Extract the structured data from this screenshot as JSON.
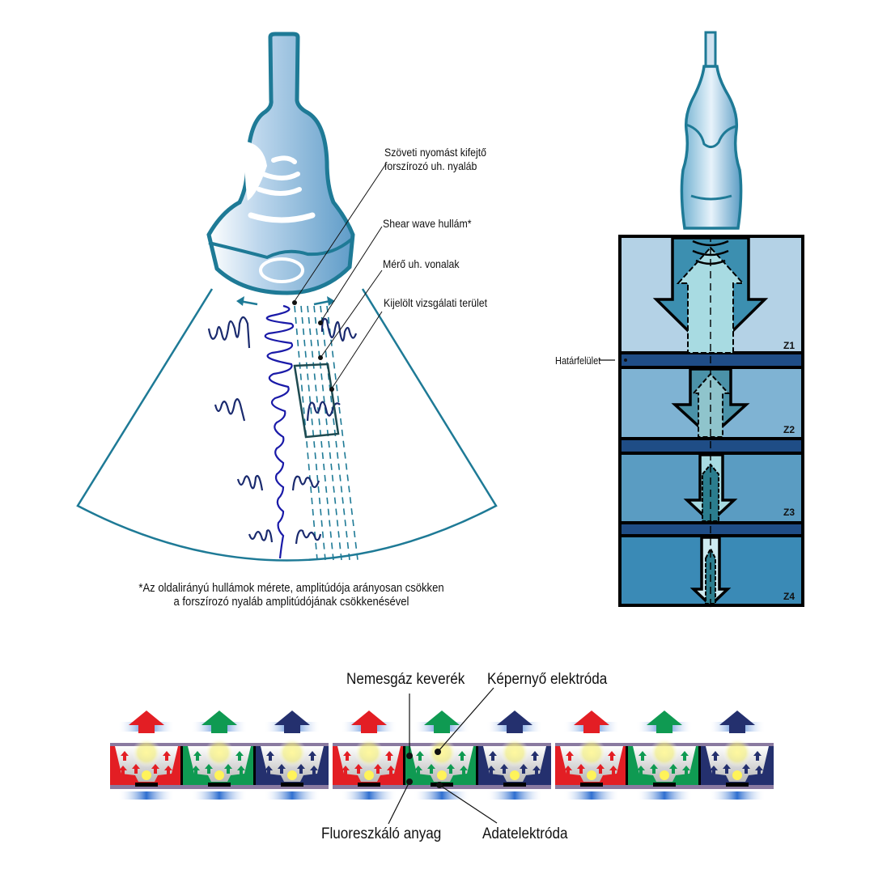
{
  "shear_wave_diagram": {
    "labels": {
      "push_beam": [
        "Szöveti nyomást kifejtő",
        "forszírozó uh. nyaláb"
      ],
      "shear_wave": "Shear wave hullám*",
      "tracking_lines": "Mérő uh. vonalak",
      "roi": "Kijelölt vizsgálati terület"
    },
    "footnote": [
      "*Az oldalirányú hullámok mérete, amplitúdója arányosan csökken",
      "a forszírozó nyaláb amplitúdójának csökkenésével"
    ],
    "icons": [
      "ultrasound-probe-icon",
      "sector-scan-fan",
      "shear-wave-icon"
    ],
    "colors": {
      "probe_outline": "#1e7a96",
      "probe_fill": "#a9cbe6",
      "wave": "#1a1aa8",
      "side_wave": "#1a2a6e",
      "tracking": "#1e7a96"
    }
  },
  "attenuation_diagram": {
    "interface_label": "Határfelület",
    "zones": [
      {
        "label": "Z1",
        "color": "#b4d2e6"
      },
      {
        "label": "Z2",
        "color": "#7fb3d3"
      },
      {
        "label": "Z3",
        "color": "#5a9cc2"
      },
      {
        "label": "Z4",
        "color": "#3a8ab6"
      }
    ],
    "interface_color": "#1f4d86",
    "icons": [
      "linear-probe-icon",
      "double-arrow-icon"
    ]
  },
  "plasma_diagram": {
    "labels": {
      "noble_gas": "Nemesgáz keverék",
      "display_electrode": "Képernyő elektróda",
      "phosphor": "Fluoreszkáló anyag",
      "data_electrode": "Adatelektróda"
    },
    "cell_colors": [
      "#e31e24",
      "#0f9a52",
      "#24306e"
    ],
    "groups": 3
  }
}
